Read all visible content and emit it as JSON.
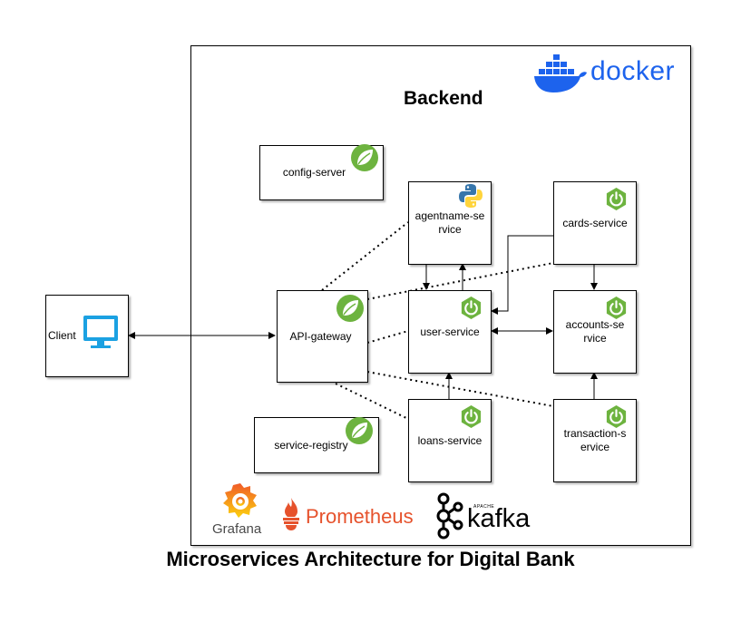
{
  "frame": {
    "title": "Backend"
  },
  "caption": "Microservices Architecture for Digital Bank",
  "nodes": {
    "client": "Client",
    "config_server": "config-server",
    "api_gateway": "API-gateway",
    "service_registry": "service-registry",
    "agentname_service": "agentname-service",
    "cards_service": "cards-service",
    "user_service": "user-service",
    "accounts_service": "accounts-service",
    "loans_service": "loans-service",
    "transaction_service": "transaction-service"
  },
  "logos": {
    "docker": "docker",
    "grafana": "Grafana",
    "prometheus": "Prometheus",
    "kafka": "kafka",
    "kafka_apache": "APACHE"
  },
  "icons": {
    "client": "monitor-icon",
    "spring_cloud": "spring-leaf-icon",
    "spring_boot": "spring-boot-power-icon",
    "python": "python-icon",
    "docker": "docker-whale-icon"
  },
  "colors": {
    "spring_green": "#6db33f",
    "monitor_blue": "#1ba1e2",
    "docker_blue": "#1d63ed",
    "prometheus_orange": "#e6522c",
    "grafana_orange": "#f46800",
    "python_blue": "#3776ab",
    "python_yellow": "#ffd43b"
  }
}
